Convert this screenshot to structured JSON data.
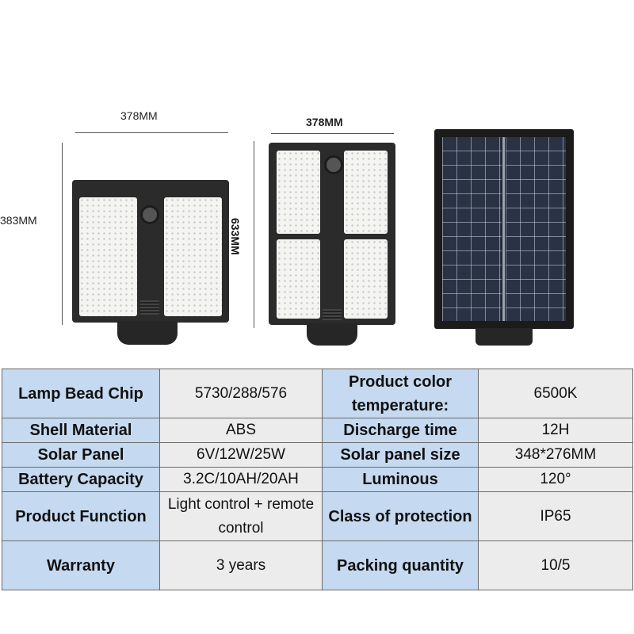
{
  "dimensions": {
    "lamp1_width": "378MM",
    "lamp1_height": "383MM",
    "lamp2_width": "378MM",
    "lamp2_height": "633MM"
  },
  "specs": [
    [
      {
        "label": "Lamp Bead Chip",
        "value": "5730/288/576"
      },
      {
        "label": "Product color temperature:",
        "value": "6500K"
      }
    ],
    [
      {
        "label": "Shell Material",
        "value": "ABS"
      },
      {
        "label": "Discharge time",
        "value": "12H"
      }
    ],
    [
      {
        "label": "Solar Panel",
        "value": "6V/12W/25W"
      },
      {
        "label": "Solar panel size",
        "value": "348*276MM"
      }
    ],
    [
      {
        "label": "Battery Capacity",
        "value": "3.2C/10AH/20AH"
      },
      {
        "label": "Luminous",
        "value": "120°"
      }
    ],
    [
      {
        "label": "Product Function",
        "value": "Light control + remote control"
      },
      {
        "label": "Class of protection",
        "value": "IP65"
      }
    ],
    [
      {
        "label": "Warranty",
        "value": "3 years"
      },
      {
        "label": "Packing quantity",
        "value": "10/5"
      }
    ]
  ]
}
